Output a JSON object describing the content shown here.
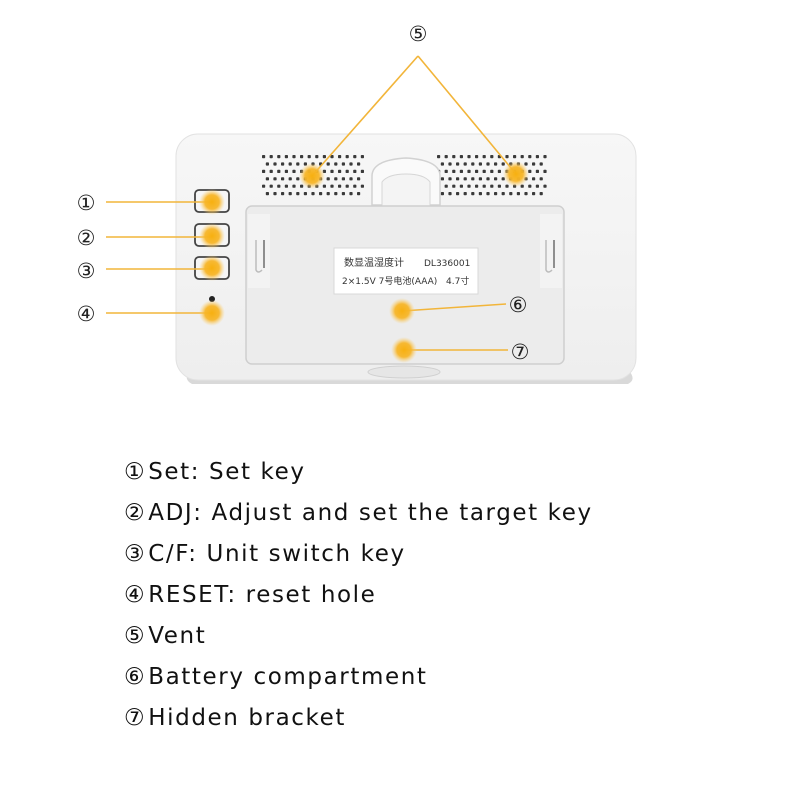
{
  "callouts": [
    {
      "marker": "①"
    },
    {
      "marker": "②"
    },
    {
      "marker": "③"
    },
    {
      "marker": "④"
    },
    {
      "marker": "⑤"
    },
    {
      "marker": "⑥"
    },
    {
      "marker": "⑦"
    }
  ],
  "sticker": {
    "line1": "数显温湿度计",
    "model": "DL336001",
    "line2": "2×1.5V 7号电池(AAA)",
    "size": "4.7寸"
  },
  "legend": [
    {
      "num": "①",
      "text": "Set: Set key"
    },
    {
      "num": "②",
      "text": "ADJ: Adjust and set the target key"
    },
    {
      "num": "③",
      "text": "C/F: Unit switch key"
    },
    {
      "num": "④",
      "text": "RESET: reset hole"
    },
    {
      "num": "⑤",
      "text": "Vent"
    },
    {
      "num": "⑥",
      "text": "Battery compartment"
    },
    {
      "num": "⑦",
      "text": "Hidden bracket"
    }
  ],
  "colors": {
    "marker_dot": "#f6b21a",
    "device_body": "#f0f0f0",
    "device_edge": "#dcdcdc",
    "callout_line": "#f3b63a"
  }
}
